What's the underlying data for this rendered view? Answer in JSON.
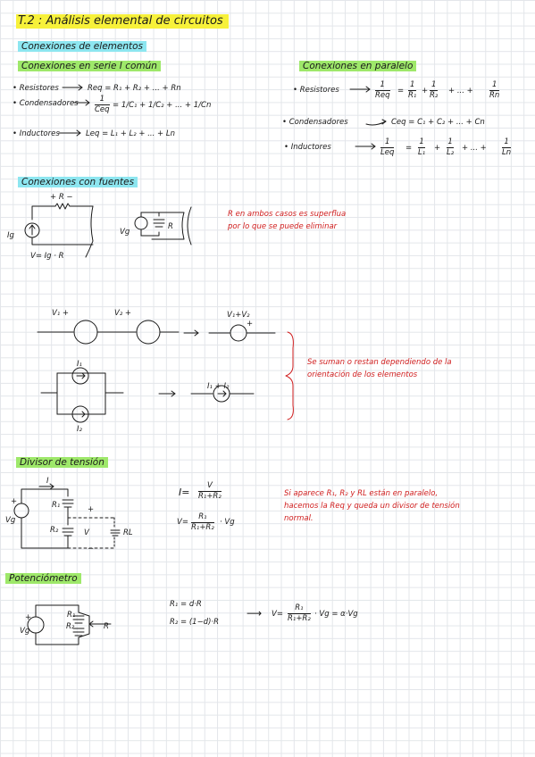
{
  "title": "T.2 : Análisis elemental de circuitos",
  "s1": {
    "heading": "Conexiones de elementos",
    "serie_heading": "Conexiones en serie  I común",
    "paralelo_heading": "Conexiones en paralelo",
    "serie": {
      "resistores_label": "• Resistores",
      "resistores_eq": "Req = R₁ + R₂ + ... + Rn",
      "condensadores_label": "• Condensadores",
      "condensadores_eq_rhs": "= 1/C₁ + 1/C₂ + ... + 1/Cn",
      "inductores_label": "• Inductores",
      "inductores_eq": "Leq = L₁ + L₂ + ... + Ln"
    },
    "paralelo": {
      "resistores_label": "• Resistores",
      "condensadores_label": "• Condensadores",
      "condensadores_eq": "Ceq = C₁ + C₂ + ... + Cn",
      "inductores_label": "• Inductores"
    },
    "frac": {
      "one": "1",
      "ceq": "Ceq",
      "c1": "C₁",
      "c2": "C₂",
      "cn": "Cn",
      "req": "Req",
      "r1": "R₁",
      "r2": "R₂",
      "rn": "Rn",
      "leq": "Leq",
      "l1": "L₁",
      "l2": "L₂",
      "ln": "Ln"
    },
    "ops": {
      "eq": "=",
      "plus": "+",
      "dots": "+ ... +"
    }
  },
  "s2": {
    "heading": "Conexiones con fuentes",
    "lbl_r": "+ R −",
    "lbl_ig": "Ig",
    "lbl_vg": "Vg",
    "lbl_R": "R",
    "lbl_eq": "V= Ig · R",
    "note": "R en ambos casos es superflua por lo que se puede eliminar",
    "v1": "V₁  +",
    "v2": "V₂  +",
    "v12": "V₁+V₂",
    "plus": "+",
    "i1": "I₁",
    "i2": "I₂",
    "i12": "I₁ + I₂",
    "note2": "Se suman o restan dependiendo de la orientación de los elementos"
  },
  "s3": {
    "heading": "Divisor de tensión",
    "lbl_i": "I",
    "lbl_vg": "Vg",
    "lbl_r1": "R₁",
    "lbl_r2": "R₂",
    "lbl_v": "V",
    "lbl_rl": "RL",
    "plus": "+",
    "minus": "−",
    "eq1_lhs": "I=",
    "eq1_num": "V",
    "eq1_den": "R₁+R₂",
    "eq2_lhs": "V=",
    "eq2_num": "R₁",
    "eq2_den": "R₁+R₂",
    "eq2_rhs": "· Vg",
    "note": "Si aparece R₁, R₂ y RL están en paralelo, hacemos la Req y queda un divisor de tensión normal."
  },
  "s4": {
    "heading": "Potenciómetro",
    "lbl_vg": "Vg",
    "lbl_r1": "R₁",
    "lbl_r2": "R₂",
    "lbl_r": "R",
    "plus": "+",
    "eq1": "R₁ = d·R",
    "eq2": "R₂ = (1−d)·R",
    "arrow": "⟶",
    "eq3_lhs": "V=",
    "eq3_num": "R₁",
    "eq3_den": "R₁+R₂",
    "eq3_rhs": "· Vg = α·Vg"
  },
  "colors": {
    "highlight_yellow": "#f7f13a",
    "highlight_cyan": "#8de6f0",
    "highlight_green": "#9ee86a",
    "note_red": "#d01e1e",
    "ink": "#1a1a1a"
  }
}
